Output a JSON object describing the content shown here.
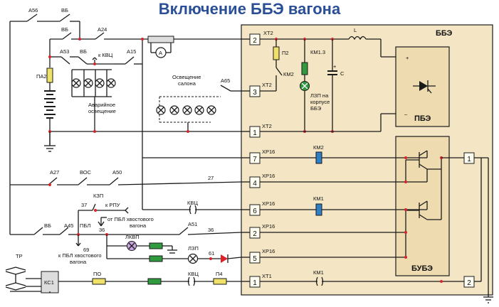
{
  "title": "Включение ББЭ вагона",
  "labels": {
    "a56": "А56",
    "vb_top": "ВБ",
    "vb2": "ВБ",
    "a24": "А24",
    "a53": "А53",
    "vb3": "ВБ",
    "k_kvc": "к КВЦ",
    "a15": "А15",
    "pa2": "ПА2",
    "emergency_1": "Аварийное",
    "emergency_2": "освещение",
    "salon_1": "Освещение",
    "salon_2": "салона",
    "a65": "А65",
    "xt2_a": "ХТ2",
    "xt2_b": "ХТ2",
    "xt2_c": "ХТ2",
    "p2": "П2",
    "km2_contact": "КМ2",
    "km13": "КМ1.3",
    "lzp_1": "ЛЗП на",
    "lzp_2": "корпусе",
    "lzp_3": "ББЭ",
    "c": "С",
    "plus_c": "+",
    "l": "L",
    "bbe": "ББЭ",
    "pbe": "ПБЭ",
    "bube": "БУБЭ",
    "plus": "+",
    "minus": "–",
    "xp16_7": "ХР16",
    "xp16_4": "ХР16",
    "xp16_6": "ХР16",
    "xp16_2": "ХР16",
    "xp16_5": "ХР16",
    "xt1": "ХТ1",
    "km2_coil": "КМ2",
    "km1_coil": "КМ1",
    "km1_contact": "КМ1",
    "a27": "А27",
    "voc": "ВОС",
    "a50": "А50",
    "n27": "27",
    "kzp": "КЗП",
    "n37": "37",
    "k_rpu": "к РПУ",
    "kvc_mid": "КВЦ",
    "from_pbe_1": "от ПБЛ хвостового",
    "from_pbe_2": "вагона",
    "vb4": "ВБ",
    "a45": "А45",
    "pbl": "ПБЛ",
    "n36a": "36",
    "a51": "А51",
    "n36b": "36",
    "to_pbe_1": "к ПБЛ хвостового",
    "to_pbe_2": "вагона",
    "n69": "69",
    "lkvp": "ЛКВП",
    "lzp": "ЛЗП",
    "n61": "61",
    "tr": "ТР",
    "ks1": "КС1",
    "po": "ПО",
    "kvc_bot": "КВЦ",
    "p4": "П4",
    "ammeter": "A",
    "t2": "2",
    "t3": "3",
    "t1": "1",
    "t7": "7",
    "t4": "4",
    "t6": "6",
    "t2b": "2",
    "t5": "5",
    "t1b": "1",
    "r1": "1",
    "r2": "2"
  },
  "colors": {
    "title": "#2a4f96",
    "bbe_fill": "#f4e6c4",
    "bube_fill": "#eedcb0",
    "contactor": "#2f7fc7",
    "lamp_green": "#2f9a3e",
    "fuse": "#f0e16a",
    "junction": "#d7242a",
    "lkvp": "#c9a6e0"
  }
}
